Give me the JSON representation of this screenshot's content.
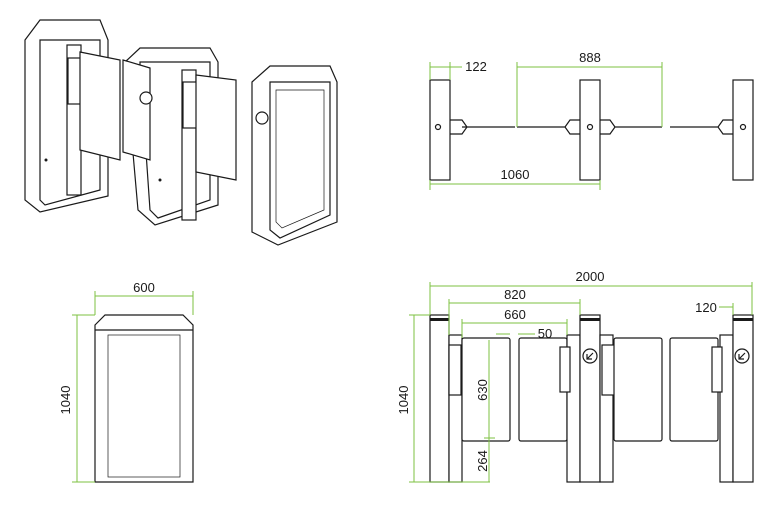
{
  "plan_view": {
    "post_width": "122",
    "gate_span": "888",
    "lane_pitch": "1060"
  },
  "front_view": {
    "width": "600",
    "height": "1040"
  },
  "side_view": {
    "overall_length": "2000",
    "cabinet_length": "820",
    "wing_width": "660",
    "wing_gap": "50",
    "end_offset": "120",
    "height": "1040",
    "wing_height": "630",
    "wing_bottom_clearance": "264"
  },
  "colors": {
    "dimension": "#7dc242",
    "line": "#1a1a1a"
  }
}
